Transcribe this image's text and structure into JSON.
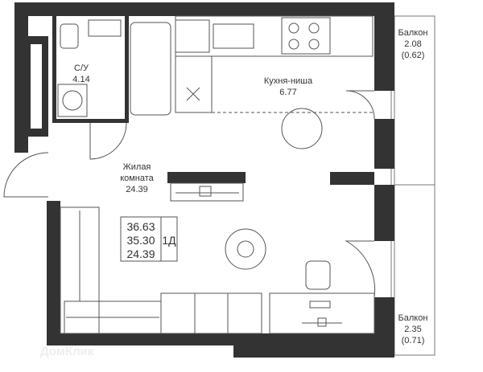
{
  "rooms": {
    "bathroom": {
      "name": "С/У",
      "area": "4.14"
    },
    "kitchen": {
      "name": "Кухня-ниша",
      "area": "6.77"
    },
    "living": {
      "name_line1": "Жилая",
      "name_line2": "комната",
      "area": "24.39"
    },
    "balcony_top": {
      "name": "Балкон",
      "area": "2.08",
      "reduced_area": "(0.62)"
    },
    "balcony_bottom": {
      "name": "Балкон",
      "area": "2.35",
      "reduced_area": "(0.71)"
    }
  },
  "summary": {
    "total_area": "36.63",
    "living_total": "35.30",
    "living_area": "24.39",
    "type": "1Д"
  },
  "watermark": "ДомКлик",
  "colors": {
    "wall": "#333333",
    "line": "#555555"
  }
}
